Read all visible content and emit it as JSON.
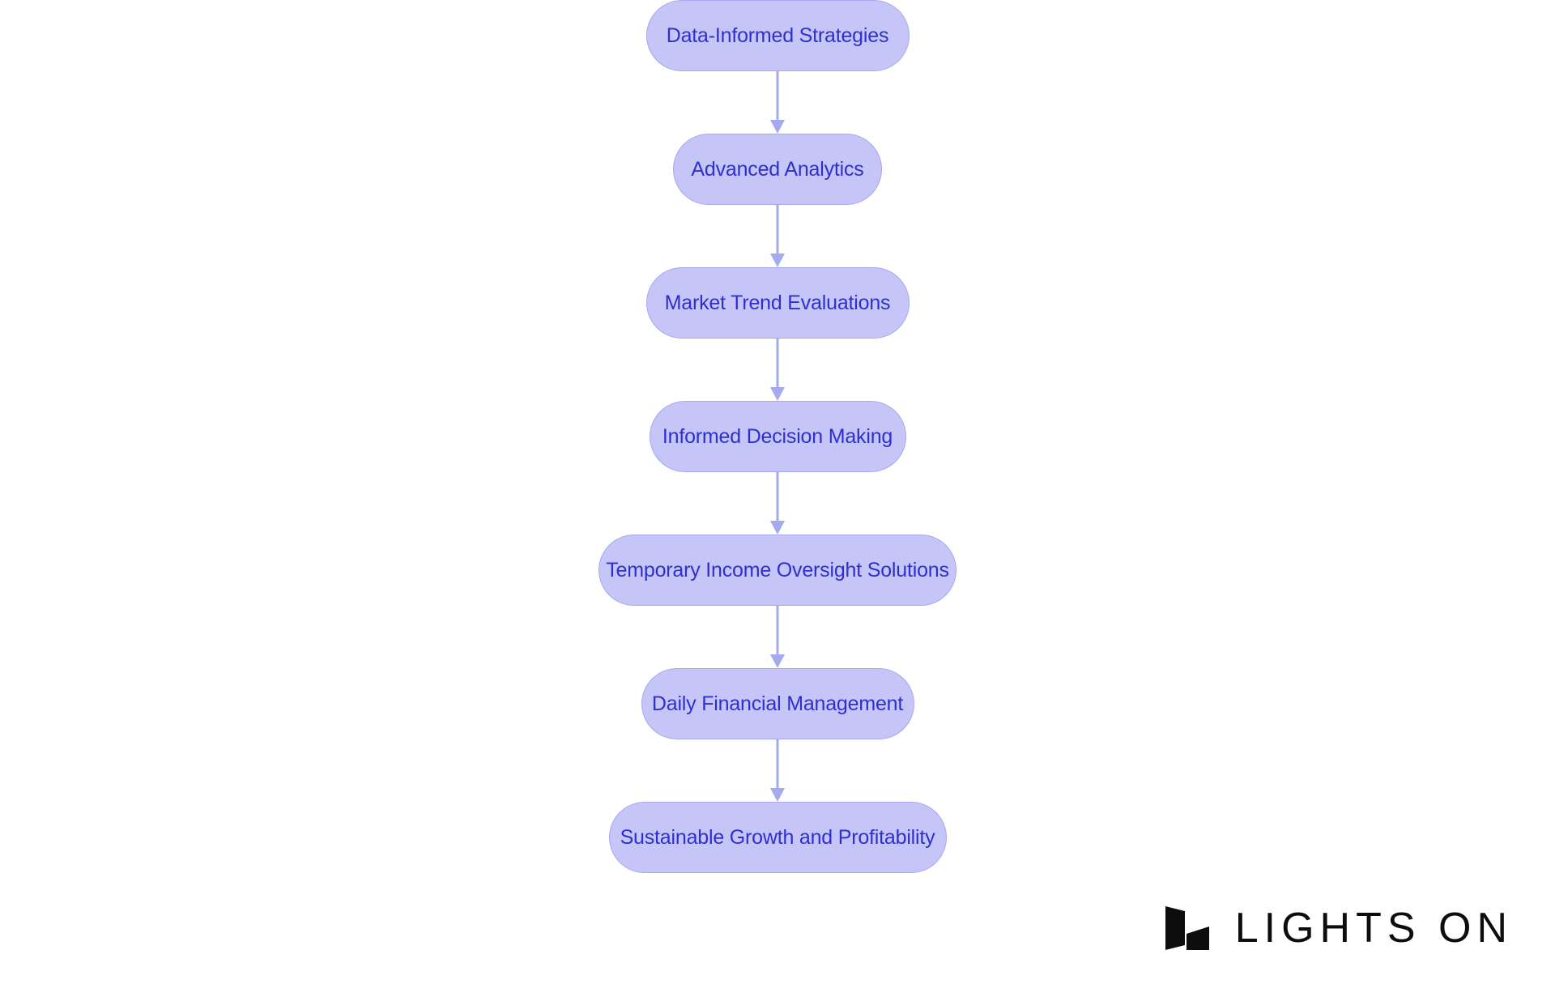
{
  "diagram": {
    "type": "vertical-flowchart",
    "title": "",
    "orientation": "top-to-bottom",
    "node_fill_color": "#c5c6f7",
    "node_border_color": "#a7a8ef",
    "node_text_color": "#2f2fd0",
    "connector_color": "#a3aaee",
    "background_color": "#ffffff",
    "nodes": [
      {
        "id": "n1",
        "label": "Data-Informed Strategies"
      },
      {
        "id": "n2",
        "label": "Advanced Analytics"
      },
      {
        "id": "n3",
        "label": "Market Trend Evaluations"
      },
      {
        "id": "n4",
        "label": "Informed Decision Making"
      },
      {
        "id": "n5",
        "label": "Temporary Income Oversight Solutions"
      },
      {
        "id": "n6",
        "label": "Daily Financial Management"
      },
      {
        "id": "n7",
        "label": "Sustainable Growth and Profitability"
      }
    ],
    "edges": [
      {
        "from": "n1",
        "to": "n2",
        "label": ""
      },
      {
        "from": "n2",
        "to": "n3",
        "label": ""
      },
      {
        "from": "n3",
        "to": "n4",
        "label": ""
      },
      {
        "from": "n4",
        "to": "n5",
        "label": ""
      },
      {
        "from": "n5",
        "to": "n6",
        "label": ""
      },
      {
        "from": "n6",
        "to": "n7",
        "label": ""
      }
    ]
  },
  "logo": {
    "text": "LIGHTS ON",
    "mark_name": "lights-on-mark",
    "color": "#0d0d0d"
  }
}
